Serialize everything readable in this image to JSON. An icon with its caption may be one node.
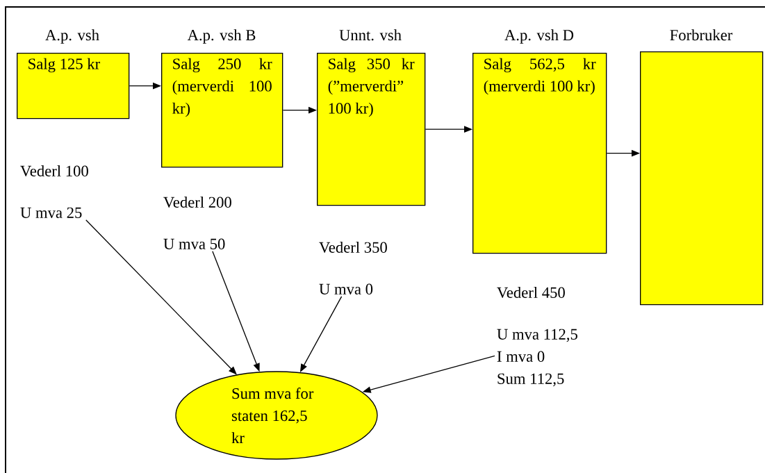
{
  "diagram": {
    "nodes": [
      {
        "text": [
          "A.p. vsh",
          "Salg 125 kr"
        ]
      },
      {
        "text": [
          "A.p. vsh B",
          "Salg 250 kr (merverdi 100 kr)"
        ]
      },
      {
        "text": [
          "Unnt. vsh",
          "Salg 350 kr (”merverdi” 100 kr)"
        ]
      },
      {
        "text": [
          "A.p. vsh D",
          "Salg 562,5 kr (merverdi 100 kr)"
        ]
      },
      {
        "text": [
          "Forbruker"
        ]
      },
      {
        "text": [
          "Vederl 100",
          "U mva 25"
        ]
      },
      {
        "text": [
          "Vederl 200",
          "U mva 50"
        ]
      },
      {
        "text": [
          "Vederl 350",
          "U mva 0"
        ]
      },
      {
        "text": [
          "Vederl 450",
          "U mva 112,5",
          "I mva 0",
          "Sum 112,5"
        ]
      },
      {
        "text": [
          "Sum mva for staten 162,5 kr"
        ]
      }
    ],
    "edges": [
      {
        "from": 0,
        "to": 1,
        "arrow": "to"
      },
      {
        "from": 1,
        "to": 2,
        "arrow": "to"
      },
      {
        "from": 2,
        "to": 3,
        "arrow": "to"
      },
      {
        "from": 3,
        "to": 4,
        "arrow": "to"
      },
      {
        "from": 5,
        "to": 9,
        "arrow": "to"
      },
      {
        "from": 6,
        "to": 9,
        "arrow": "to"
      },
      {
        "from": 7,
        "to": 9,
        "arrow": "to"
      },
      {
        "from": 8,
        "to": 9,
        "arrow": "to"
      }
    ]
  }
}
